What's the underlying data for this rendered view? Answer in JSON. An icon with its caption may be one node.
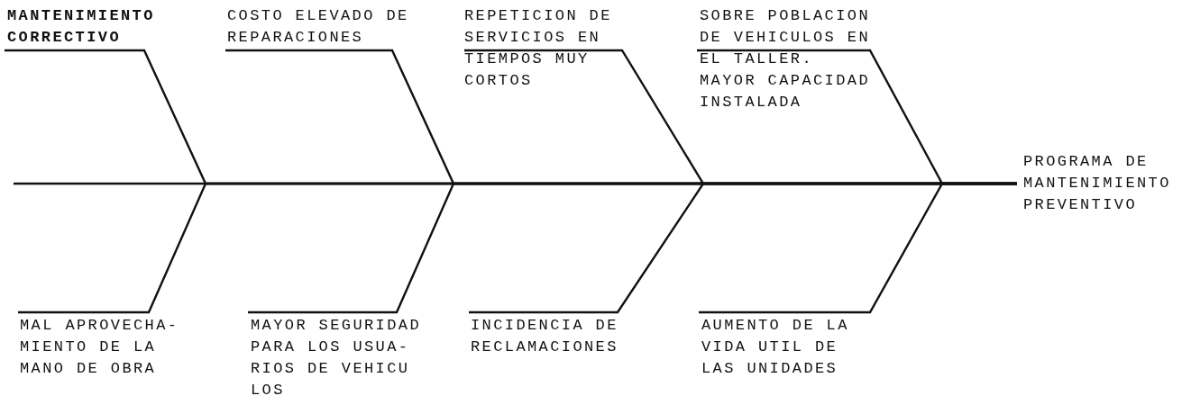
{
  "diagram": {
    "nodes": [
      {
        "text": [
          "MANTENIMIENTO CORRECTIVO"
        ]
      },
      {
        "text": [
          "COSTO ELEVADO DE REPARACIONES"
        ]
      },
      {
        "text": [
          "REPETICION DE SERVICIOS EN TIEMPOS MUY CORTOS"
        ]
      },
      {
        "text": [
          "SOBRE POBLACION DE VEHICULOS EN EL TALLER. MAYOR CAPACIDAD INSTALADA"
        ]
      },
      {
        "text": [
          "MAL APROVECHA- MIENTO DE LA MANO DE OBRA"
        ]
      },
      {
        "text": [
          "MAYOR SEGURIDAD PARA LOS USUA- RIOS DE VEHICU LOS"
        ]
      },
      {
        "text": [
          "INCIDENCIA DE RECLAMACIONES"
        ]
      },
      {
        "text": [
          "AUMENTO DE LA VIDA UTIL DE LAS UNIDADES"
        ]
      },
      {
        "text": [
          "PROGRAMA DE MANTENIMIENTO PREVENTIVO"
        ]
      }
    ],
    "edges": [
      {
        "from": null,
        "to": 8,
        "arrow": "none"
      },
      {
        "from": 0,
        "to": 8,
        "arrow": "none"
      },
      {
        "from": 1,
        "to": 8,
        "arrow": "none"
      },
      {
        "from": 2,
        "to": 8,
        "arrow": "none"
      },
      {
        "from": 3,
        "to": 8,
        "arrow": "none"
      },
      {
        "from": 4,
        "to": 8,
        "arrow": "none"
      },
      {
        "from": 5,
        "to": 8,
        "arrow": "none"
      },
      {
        "from": 6,
        "to": 8,
        "arrow": "none"
      },
      {
        "from": 7,
        "to": 8,
        "arrow": "none"
      }
    ]
  }
}
